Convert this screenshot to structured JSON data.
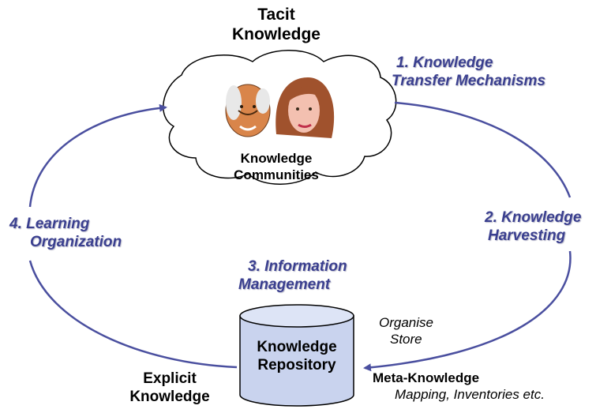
{
  "tacit": {
    "line1": "Tacit",
    "line2": "Knowledge"
  },
  "communities": {
    "line1": "Knowledge",
    "line2": "Communities"
  },
  "step1": {
    "line1": "1. Knowledge",
    "line2": "Transfer Mechanisms"
  },
  "step2": {
    "line1": "2. Knowledge",
    "line2": "Harvesting"
  },
  "step3": {
    "line1": "3. Information",
    "line2": "Management"
  },
  "step4": {
    "line1": "4. Learning",
    "line2": "Organization"
  },
  "repository": {
    "line1": "Knowledge",
    "line2": "Repository"
  },
  "organise": {
    "line1": "Organise",
    "line2": "Store"
  },
  "meta": {
    "line1": "Meta-Knowledge",
    "line2": "Mapping, Inventories etc."
  },
  "explicit": {
    "line1": "Explicit",
    "line2": "Knowledge"
  },
  "colors": {
    "arrow": "#4a4f9f",
    "cylinder_fill": "#c9d3ee",
    "label_blue": "#3a3f8f"
  }
}
